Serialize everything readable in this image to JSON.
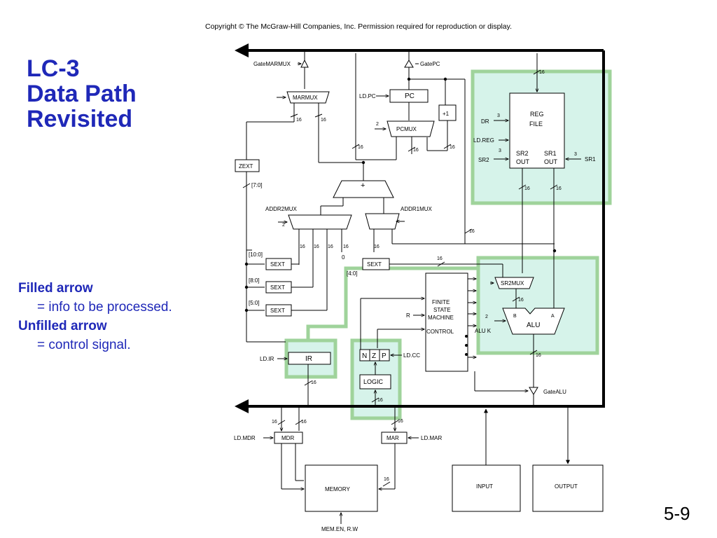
{
  "copyright": "Copyright © The McGraw-Hill Companies, Inc.  Permission required for reproduction or display.",
  "title": [
    "LC-3",
    "Data Path",
    "Revisited"
  ],
  "legend": {
    "filled_heading": "Filled arrow",
    "filled_desc": "= info to be processed.",
    "unfilled_heading": "Unfilled arrow",
    "unfilled_desc": "= control signal."
  },
  "slide_number": "5-9",
  "colors": {
    "title_blue": "#1f28b8",
    "highlight_fill": "#d6f3ea",
    "highlight_border": "#9fd39b"
  },
  "diagram": {
    "gate_marmux": "GateMARMUX",
    "gate_pc": "GatePC",
    "marmux": "MARMUX",
    "ld_pc": "LD.PC",
    "pc": "PC",
    "plus_one": "+1",
    "pcmux": "PCMUX",
    "zext": "ZEXT",
    "bits_7_0": "[7:0]",
    "adder": "+",
    "addr2mux": "ADDR2MUX",
    "addr1mux": "ADDR1MUX",
    "bits_10_0": "[10:0]",
    "bits_8_0": "[8:0]",
    "bits_5_0": "[5:0]",
    "bits_4_0": "[4:0]",
    "sext": "SEXT",
    "zero": "0",
    "dr": "DR",
    "ld_reg": "LD.REG",
    "sr2_in": "SR2",
    "sr1_in": "SR1",
    "reg": "REG",
    "file": "FILE",
    "sr2": "SR2",
    "sr1": "SR1",
    "out": "OUT",
    "sr2mux": "SR2MUX",
    "alu": "ALU",
    "alu_b": "B",
    "alu_a": "A",
    "aluk": "ALU K",
    "gate_alu": "GateALU",
    "fsm_lines": [
      "FINITE",
      "STATE",
      "MACHINE"
    ],
    "control": "CONTROL",
    "r": "R",
    "ld_ir": "LD.IR",
    "ir": "IR",
    "n": "N",
    "z": "Z",
    "p": "P",
    "ld_cc": "LD.CC",
    "logic": "LOGIC",
    "ld_mdr": "LD.MDR",
    "mdr": "MDR",
    "mar": "MAR",
    "ld_mar": "LD.MAR",
    "memory": "MEMORY",
    "mem_en": "MEM.EN, R.W",
    "input": "INPUT",
    "output": "OUTPUT",
    "w16": "16",
    "w2": "2",
    "w3": "3"
  }
}
